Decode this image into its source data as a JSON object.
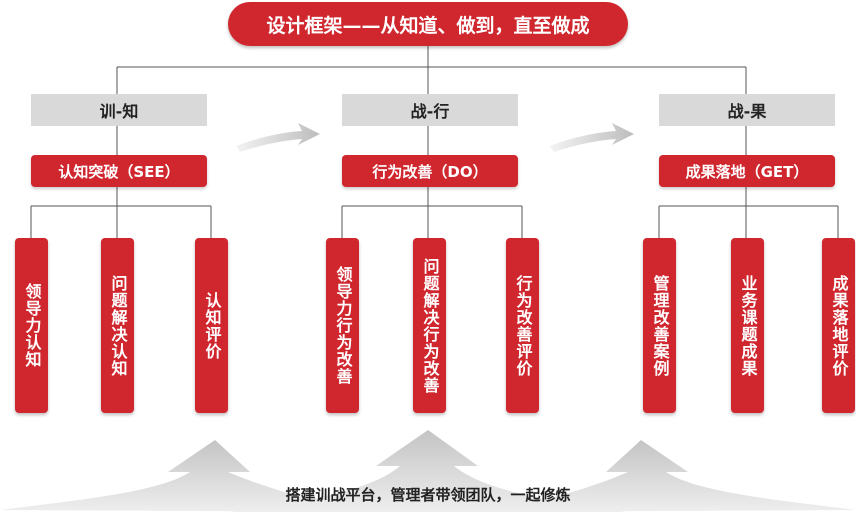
{
  "title": "设计框架——从知道、做到，直至做成",
  "phases": [
    {
      "label": "训-知",
      "sub_label": "认知突破（SEE）",
      "leaves": [
        "领导力认知",
        "问题解决认知",
        "认知评价"
      ]
    },
    {
      "label": "战-行",
      "sub_label": "行为改善（DO）",
      "leaves": [
        "领导力行为改善",
        "问题解决行为改善",
        "行为改善评价"
      ]
    },
    {
      "label": "战-果",
      "sub_label": "成果落地（GET）",
      "leaves": [
        "管理改善案例",
        "业务课题成果",
        "成果落地评价"
      ]
    }
  ],
  "footer": "搭建训战平台，管理者带领团队，一起修炼",
  "colors": {
    "accent_red": "#d0262e",
    "phase_gray": "#d9d9d9",
    "connector": "#555555",
    "arrow_gray": "#dcdcdc"
  }
}
